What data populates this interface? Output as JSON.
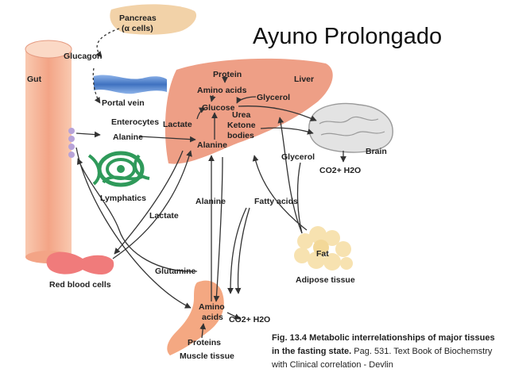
{
  "title": "Ayuno Prolongado",
  "caption": {
    "bold": "Fig. 13.4 Metabolic interrelationships of major tissues in the fasting state.",
    "normal": " Pag. 531. Text Book of Biochemstry with Clinical correlation  - Devlin"
  },
  "labels": {
    "pancreas": "Pancreas",
    "alpha_cells": "(α cells)",
    "glucagon": "Glucagon",
    "gut": "Gut",
    "portal_vein": "Portal vein",
    "enterocytes": "Enterocytes",
    "alanine_gut": "Alanine",
    "lymphatics": "Lymphatics",
    "lactate_mid": "Lactate",
    "red_blood_cells": "Red blood cells",
    "glutamine": "Glutamine",
    "protein": "Protein",
    "amino_acids_liver": "Amino acids",
    "liver": "Liver",
    "glucose": "Glucose",
    "glycerol_liver": "Glycerol",
    "lactate_liver": "Lactate",
    "urea": "Urea",
    "ketone": "Ketone",
    "bodies": "bodies",
    "alanine_liver": "Alanine",
    "brain": "Brain",
    "glycerol_brain": "Glycerol",
    "co2_brain": "CO2+  H2O",
    "alanine_mid": "Alanine",
    "fatty_acids": "Fatty acids",
    "fat": "Fat",
    "adipose_tissue": "Adipose tissue",
    "amino": "Amino",
    "acids": "acids",
    "co2_muscle": "CO2+  H2O",
    "proteins": "Proteins",
    "muscle_tissue": "Muscle tissue"
  },
  "colors": {
    "pancreas": "#f2d2a8",
    "gut": "#f6b79a",
    "portal_vein": "#4a7fc8",
    "liver": "#ee9f86",
    "lymphatics": "#2f9a5a",
    "rbc": "#f07b7b",
    "fat": "#f7e2b0",
    "muscle": "#f4a882",
    "brain": "#d8d8d8",
    "arrow": "#333333"
  }
}
